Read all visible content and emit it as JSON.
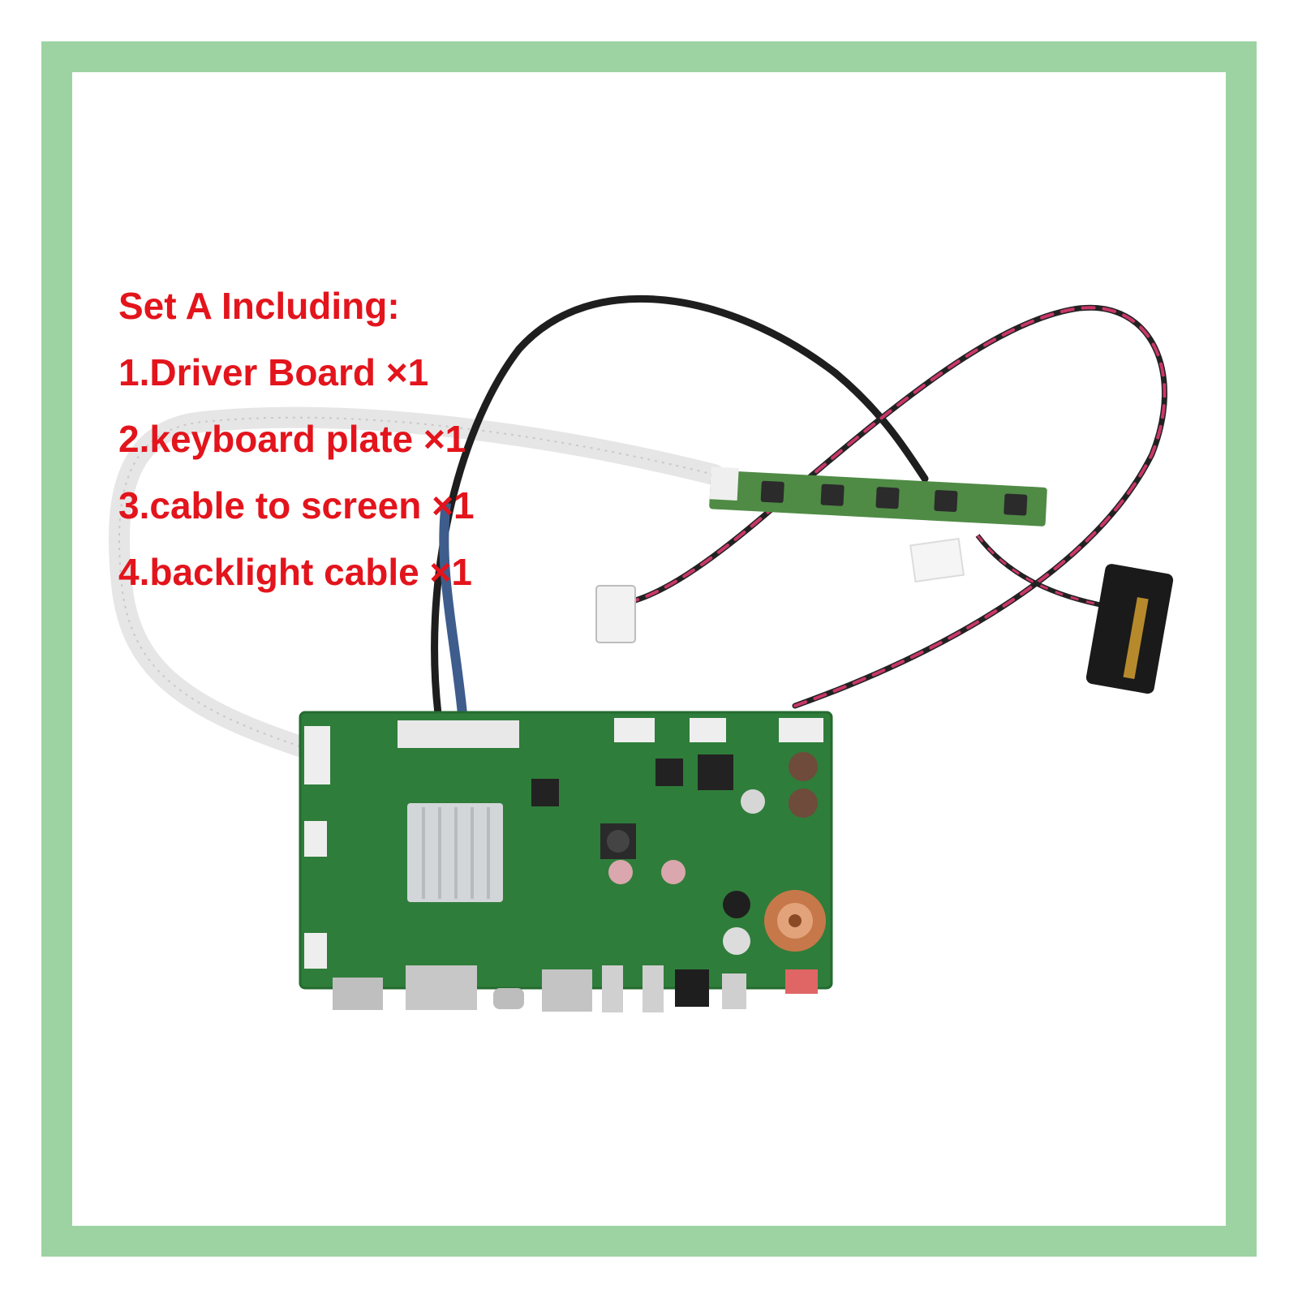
{
  "caption": {
    "heading": "Set A Including:",
    "items": [
      "1.Driver Board ×1",
      "2.keyboard plate ×1",
      "3.cable to screen ×1",
      "4.backlight cable ×1"
    ]
  },
  "colors": {
    "frame": "#9dd3a2",
    "text": "#e3141c",
    "pcb": "#2f7d3a"
  }
}
